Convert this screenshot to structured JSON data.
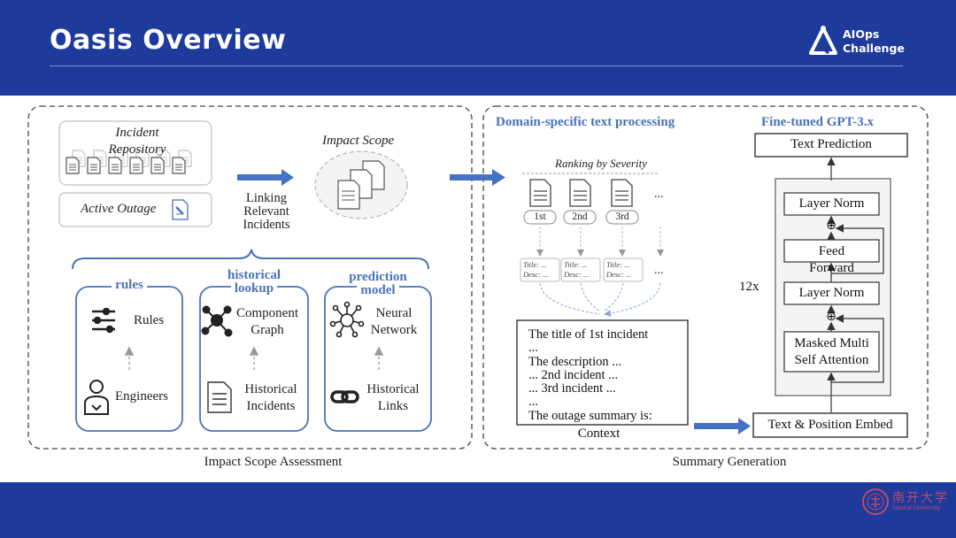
{
  "header": {
    "title": "Oasis Overview",
    "logo_text_line1": "AIOps",
    "logo_text_line2": "Challenge"
  },
  "footer": {
    "university_name": "南开大学",
    "university_en": "Nankai University"
  },
  "left_panel": {
    "caption": "Impact Scope Assessment",
    "incident_repository": "Incident Repository",
    "active_outage": "Active Outage",
    "impact_scope": "Impact Scope",
    "linking_label": "Linking Relevant Incidents",
    "linking_lines": [
      "Linking",
      "Relevant",
      "Incidents"
    ],
    "columns": [
      {
        "title_lines": [
          "rules"
        ],
        "top_label_lines": [
          "Rules"
        ],
        "bottom_label_lines": [
          "Engineers"
        ]
      },
      {
        "title_lines": [
          "historical",
          "lookup"
        ],
        "top_label_lines": [
          "Component",
          "Graph"
        ],
        "bottom_label_lines": [
          "Historical",
          "Incidents"
        ]
      },
      {
        "title_lines": [
          "prediction",
          "model"
        ],
        "top_label_lines": [
          "Neural",
          "Network"
        ],
        "bottom_label_lines": [
          "Historical",
          "Links"
        ]
      }
    ]
  },
  "right_panel": {
    "caption": "Summary Generation",
    "domain_title": "Domain-specific text processing",
    "gpt_title": "Fine-tuned GPT-3.x",
    "ranking_label": "Ranking by Severity",
    "ranks": [
      "1st",
      "2nd",
      "3rd"
    ],
    "ellipsis": "...",
    "snippet_title": "Title: ...",
    "snippet_desc": "Desc: ...",
    "prompt_lines": [
      "The title of 1st incident",
      "...",
      "The description ...",
      "... 2nd incident ...",
      "... 3rd incident ...",
      "...",
      "The outage summary is:"
    ],
    "context_label": "Context",
    "text_prediction": "Text Prediction",
    "layer_norm": "Layer Norm",
    "feed_forward_lines": [
      "Feed",
      "Forward"
    ],
    "attention_lines": [
      "Masked Multi",
      "Self Attention"
    ],
    "repeat_label": "12x",
    "plus_symbol": "⊕",
    "embed_label": "Text & Position Embed"
  },
  "colors": {
    "header_bg": "#1e3a9b",
    "accent_blue": "#4a72b8",
    "arrow_blue": "#4472c4",
    "nankai": "#b84a6e"
  }
}
